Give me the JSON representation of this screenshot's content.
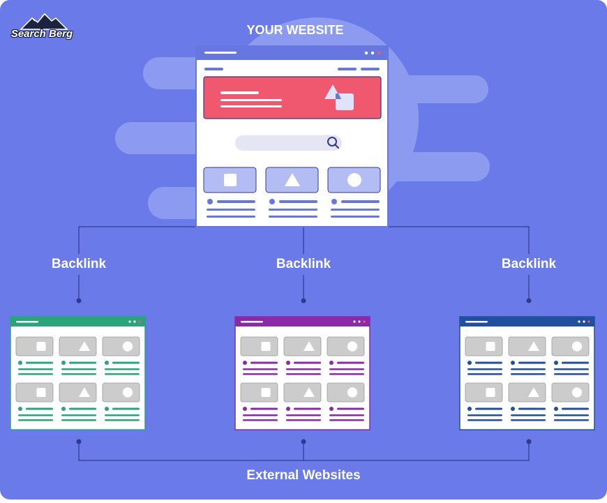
{
  "brand": {
    "logo_text": "Search Berg"
  },
  "diagram": {
    "title": "YOUR WEBSITE",
    "link_labels": [
      "Backlink",
      "Backlink",
      "Backlink"
    ],
    "footer_label": "External Websites"
  },
  "colors": {
    "background": "#6a7ae8",
    "cloud": "#8c9bf0",
    "connector": "#2f3a8f",
    "hero": "#f0586f",
    "main_accent": "#6677e0",
    "external_browsers": [
      "#2aa57b",
      "#8a2aa8",
      "#1f4f9e"
    ],
    "placeholder": "#cccccc"
  },
  "icons": [
    "search-icon",
    "square-icon",
    "triangle-icon",
    "circle-icon",
    "mountain-logo-icon"
  ]
}
